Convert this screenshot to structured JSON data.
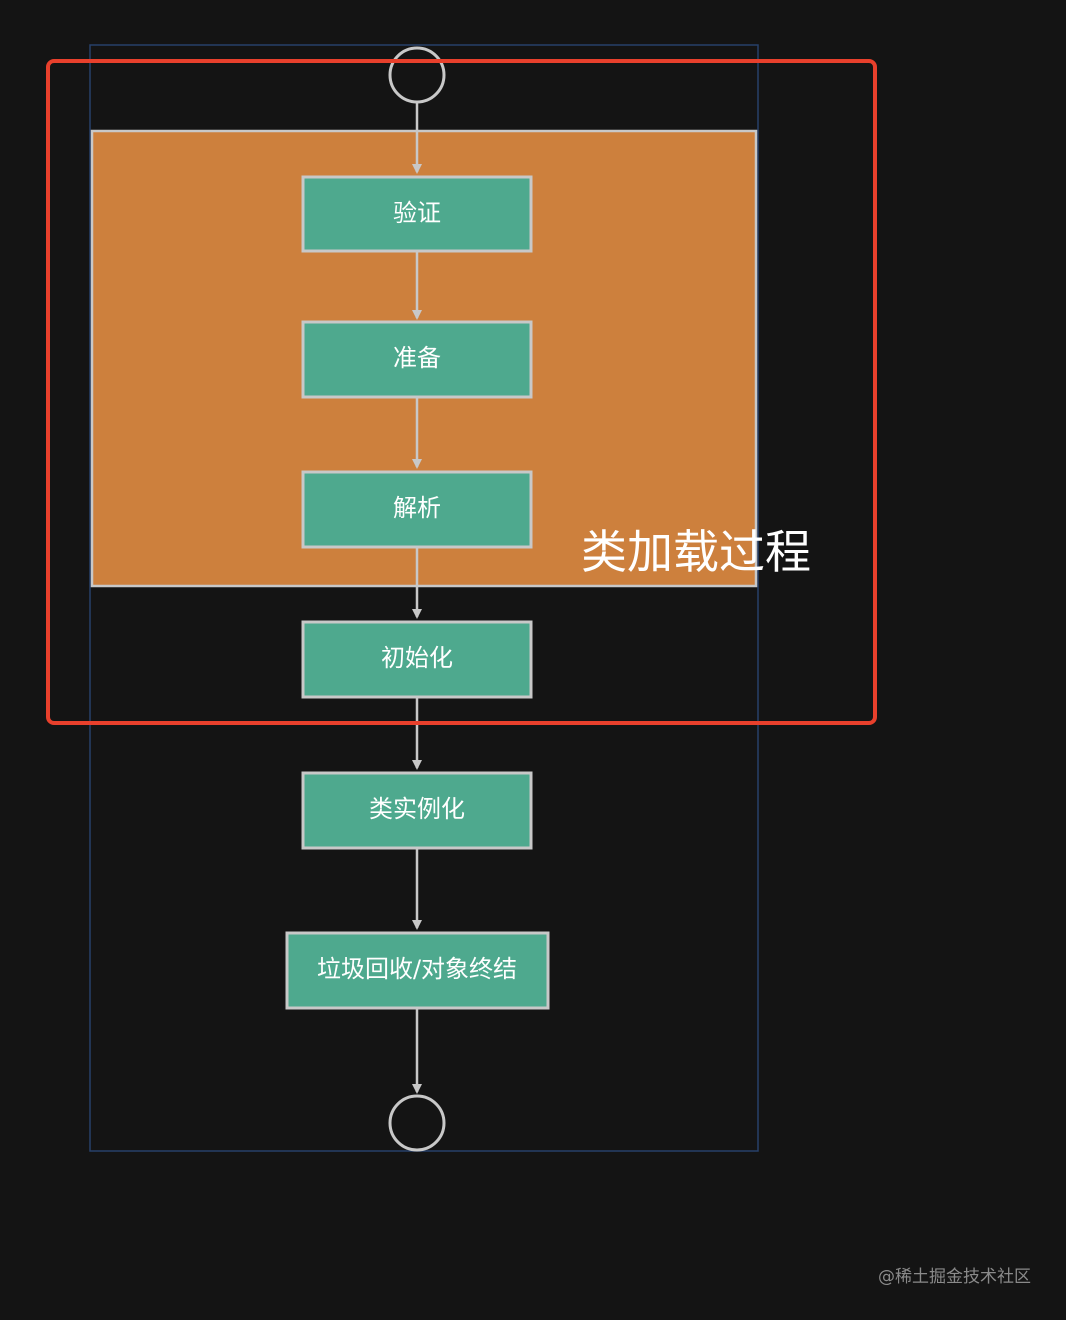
{
  "diagram": {
    "steps": {
      "verify": "验证",
      "prepare": "准备",
      "resolve": "解析",
      "initialize": "初始化",
      "instantiate": "类实例化",
      "gc": "垃圾回收/对象终结"
    },
    "highlight_label": "类加载过程",
    "watermark": "@稀土掘金技术社区"
  },
  "colors": {
    "background": "#141414",
    "node_fill": "#4ea98e",
    "node_border": "#c8c8c8",
    "group_fill": "#cd803d",
    "highlight_border": "#e8402c",
    "outer_frame": "#27406a",
    "edge": "#c8c8c8"
  }
}
